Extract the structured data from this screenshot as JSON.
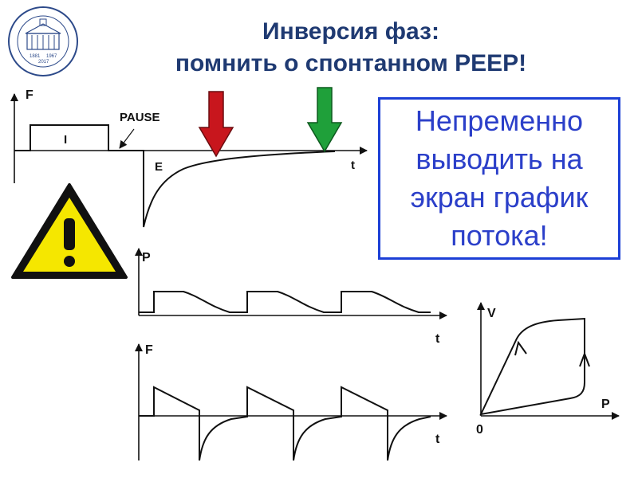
{
  "title": {
    "line1": "Инверсия фаз:",
    "line2": "помнить о спонтанном PEEP!"
  },
  "logo": {
    "year_left": "1881",
    "year_right": "1967",
    "year_bottom": "2017"
  },
  "note": {
    "line1": "Непременно",
    "line2": "выводить на",
    "line3": "экран график",
    "line4": "потока!"
  },
  "flow_chart": {
    "y_axis_label": "F",
    "x_axis_label": "t",
    "inspiration_label": "I",
    "pause_label": "PAUSE",
    "expiration_label": "E"
  },
  "pressure_chart": {
    "y_axis_label": "P",
    "x_axis_label": "t"
  },
  "flow_chart_2": {
    "y_axis_label": "F",
    "x_axis_label": "t"
  },
  "loop_chart": {
    "y_axis_label": "V",
    "x_axis_label": "P",
    "origin_label": "0"
  },
  "colors": {
    "title": "#1f3a72",
    "note_border": "#1c3fd6",
    "red_arrow": "#c8161d",
    "green_arrow": "#1fa03a",
    "warning_fill": "#f5e700"
  },
  "icons": [
    "university-logo-icon",
    "warning-icon",
    "red-arrow-down-icon",
    "green-arrow-down-icon"
  ]
}
